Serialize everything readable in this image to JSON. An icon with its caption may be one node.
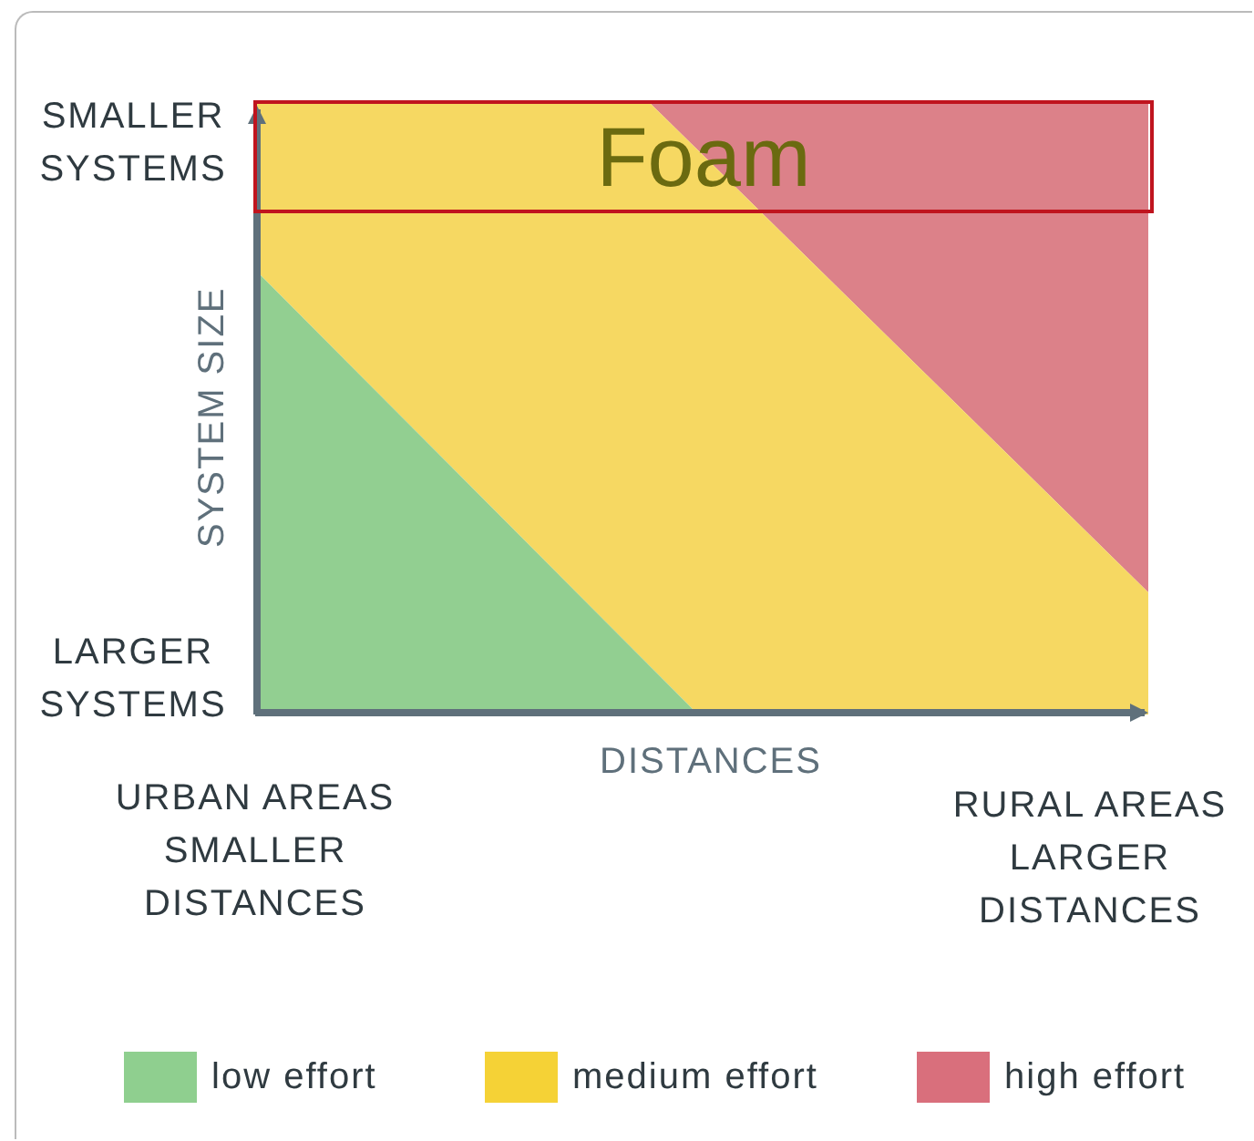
{
  "diagram": {
    "nodes": [
      {
        "text": [
          "Foam"
        ]
      }
    ],
    "edges": [],
    "labels": [
      "SMALLER SYSTEMS",
      "SYSTEM SIZE",
      "LARGER SYSTEMS",
      "DISTANCES",
      "URBAN AREAS SMALLER DISTANCES",
      "RURAL AREAS LARGER DISTANCES"
    ],
    "legend": [
      {
        "text": "low effort",
        "color": "#8fcf8f"
      },
      {
        "text": "medium effort",
        "color": "#f5d236"
      },
      {
        "text": "high effort",
        "color": "#d96f7c"
      }
    ]
  }
}
